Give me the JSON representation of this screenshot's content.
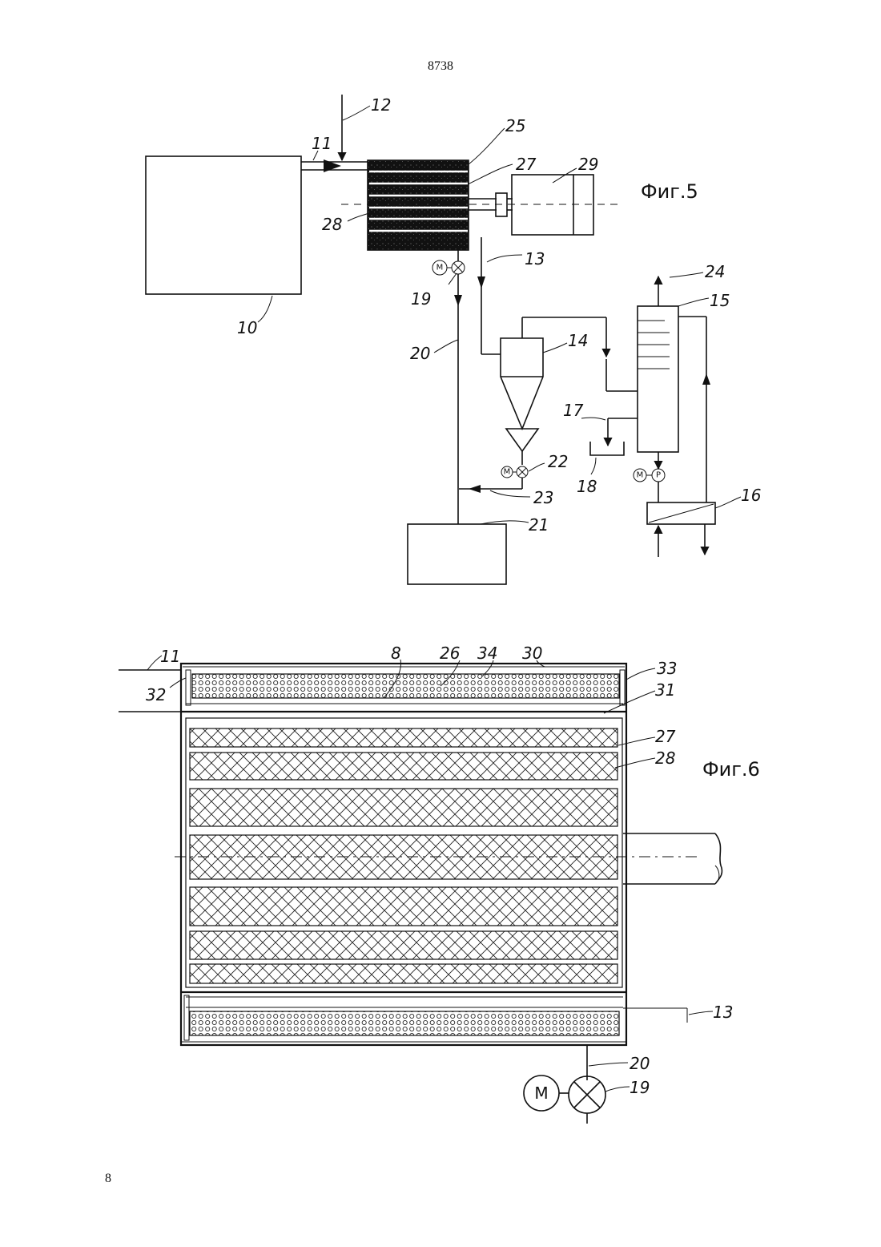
{
  "page": {
    "header": "8738",
    "page_number": "8"
  },
  "fig5": {
    "title": "Фиг.5",
    "labels": {
      "l10": "10",
      "l11": "11",
      "l12": "12",
      "l13": "13",
      "l14": "14",
      "l15": "15",
      "l16": "16",
      "l17": "17",
      "l18": "18",
      "l19": "19",
      "l20": "20",
      "l21": "21",
      "l22": "22",
      "l23": "23",
      "l24": "24",
      "l25": "25",
      "l27": "27",
      "l28": "28",
      "l29": "29"
    },
    "motor_symbols": {
      "m1": "M",
      "m2": "M",
      "m3": "M",
      "pump": "P"
    }
  },
  "fig6": {
    "title": "Фиг.6",
    "labels": {
      "l11": "11",
      "l8": "8",
      "l26": "26",
      "l34": "34",
      "l30": "30",
      "l32": "32",
      "l33": "33",
      "l31": "31",
      "l27": "27",
      "l28": "28",
      "l13": "13",
      "l20": "20",
      "l19": "19"
    },
    "motor_symbol": "M"
  }
}
